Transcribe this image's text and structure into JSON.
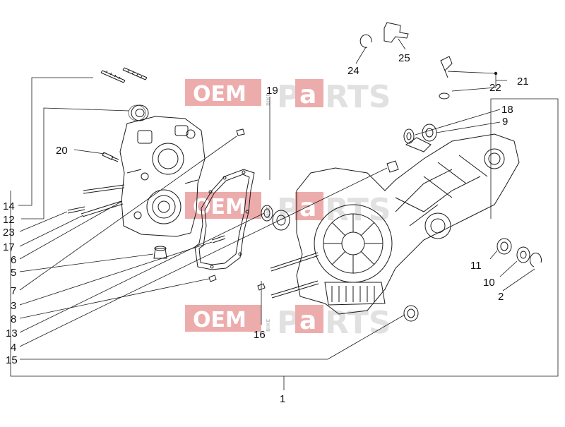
{
  "diagram": {
    "callouts": [
      "1",
      "2",
      "3",
      "4",
      "5",
      "6",
      "7",
      "8",
      "9",
      "10",
      "11",
      "12",
      "13",
      "14",
      "15",
      "16",
      "17",
      "18",
      "19",
      "20",
      "21",
      "22",
      "23",
      "24",
      "25"
    ],
    "watermark": {
      "oem": "OEM",
      "bike": "BIKE",
      "parts_left": "P",
      "parts_a": "a",
      "parts_right": "RTS"
    }
  },
  "colors": {
    "line": "#1a1a1a",
    "watermark_red": "#e06a6a",
    "watermark_gray": "#c9c9c9"
  }
}
